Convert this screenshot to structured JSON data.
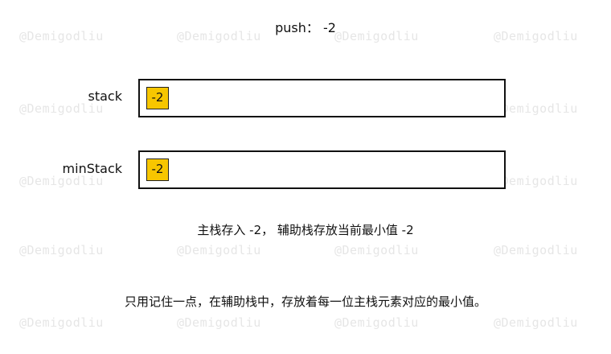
{
  "watermark": "@Demigodliu",
  "title": "push：  -2",
  "rows": [
    {
      "label": "stack",
      "cells": [
        "-2"
      ]
    },
    {
      "label": "minStack",
      "cells": [
        "-2"
      ]
    }
  ],
  "captions": [
    "主栈存入 -2， 辅助栈存放当前最小值 -2",
    "只用记住一点，在辅助栈中，存放着每一位主栈元素对应的最小值。"
  ],
  "colors": {
    "cell_fill": "#f7c600",
    "border": "#111111",
    "watermark": "#e6e6e6"
  }
}
